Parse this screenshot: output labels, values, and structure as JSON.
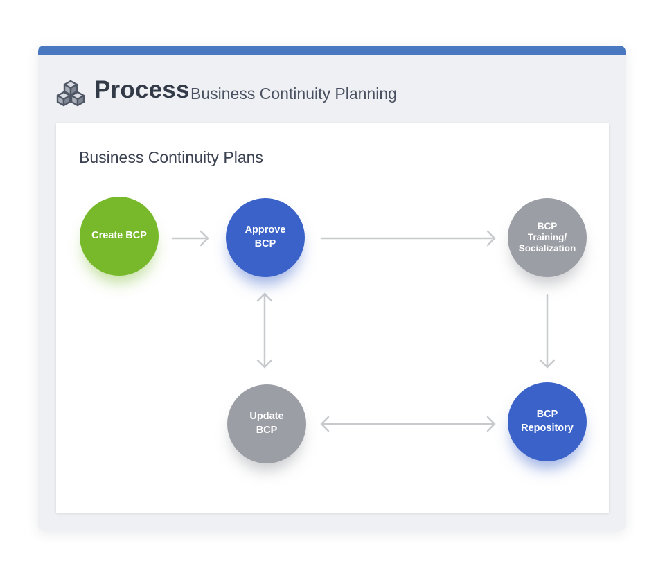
{
  "header": {
    "icon": "cubes-icon",
    "title": "Process",
    "subtitle": "Business Continuity Planning"
  },
  "colors": {
    "topbar": "#4a78c0",
    "green": "#78b92b",
    "blue": "#3a62c8",
    "gray": "#9b9ea5",
    "arrow": "#c8cace"
  },
  "diagram": {
    "title": "Business Continuity Plans",
    "nodes": {
      "create": "Create BCP",
      "approve": "Approve\nBCP",
      "training": "BCP\nTraining/\nSocialization",
      "update": "Update\nBCP",
      "repository": "BCP\nRepository"
    }
  }
}
